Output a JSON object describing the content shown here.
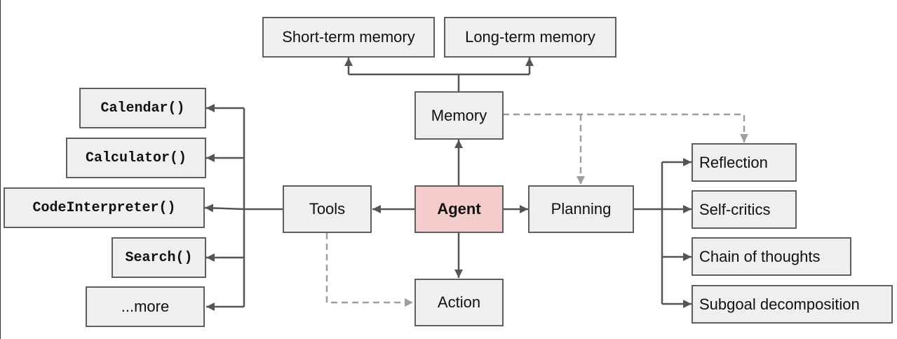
{
  "nodes": {
    "short_term_memory": "Short-term memory",
    "long_term_memory": "Long-term memory",
    "memory": "Memory",
    "calendar": "Calendar()",
    "calculator": "Calculator()",
    "code_interpreter": "CodeInterpreter()",
    "search": "Search()",
    "more": "...more",
    "tools": "Tools",
    "agent": "Agent",
    "planning": "Planning",
    "action": "Action",
    "reflection": "Reflection",
    "self_critics": "Self-critics",
    "chain_of_thoughts": "Chain of thoughts",
    "subgoal_decomposition": "Subgoal decomposition"
  },
  "colors": {
    "box_fill": "#efefef",
    "box_border": "#5f5f5f",
    "agent_fill": "#f4cccc",
    "solid_arrow": "#555555",
    "dashed_arrow": "#9e9e9e"
  }
}
